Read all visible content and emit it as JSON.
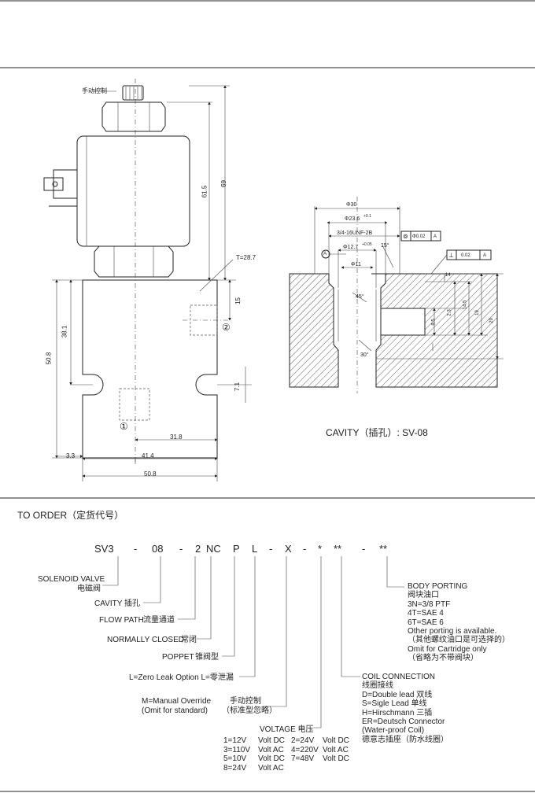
{
  "drawing": {
    "manual_override_label": "手动控制",
    "dim_61_5": "61.5",
    "dim_69": "69",
    "dim_t": "T=28.7",
    "dim_15": "15",
    "dim_38_1": "38.1",
    "dim_50_8_v": "50.8",
    "dim_7_1": "7.1",
    "dim_31_8": "31.8",
    "dim_3_3": "3.3",
    "dim_41_4": "41.4",
    "dim_50_8_h": "50.8",
    "port1": "①",
    "port2": "②"
  },
  "cavity": {
    "dia_30": "Φ30",
    "dia_23_6": "Φ23.6",
    "tol_23_6": "+0.1",
    "thread": "3/4-16UNF-2B",
    "dia_12_7": "Φ12.7",
    "tol_12_7": "+0.05",
    "dia_11": "Φ11",
    "angle_15": "15°",
    "angle_45": "45°",
    "angle_30": "30°",
    "gdt1_value": "Φ0.02",
    "gdt1_ref": "A",
    "gdt2_value": "0.02",
    "gdt2_ref": "A",
    "datum": "A",
    "d_14": "14",
    "d_8_5": "8.5",
    "d_2_3": "2.3",
    "d_14_5": "14.5",
    "d_19": "19",
    "d_29": "29",
    "caption": "CAVITY（插孔）: SV-08"
  },
  "order": {
    "title": "TO ORDER（定货代号）",
    "code": [
      "SV3",
      "-",
      "08",
      "-",
      "2",
      "NC",
      "P",
      "L",
      "-",
      "X",
      "-",
      "*",
      "**",
      "-",
      "**"
    ],
    "solenoid_en": "SOLENOID VALVE",
    "solenoid_cn": "电磁阀",
    "cavity_en": "CAVITY",
    "cavity_cn": "插孔",
    "flow_en": "FLOW PATH",
    "flow_cn": "流量通道",
    "nc_en": "NORMALLY CLOSED",
    "nc_cn": "常闭",
    "poppet_en": "POPPET",
    "poppet_cn": "锥阀型",
    "leak": "L=Zero Leak Option  L=零泄漏",
    "manual_en1": "M=Manual Override",
    "manual_en2": "(Omit for standard)",
    "manual_cn1": "手动控制",
    "manual_cn2": "（标准型忽略）",
    "voltage_title": "VOLTAGE 电压",
    "voltage_rows": [
      [
        "1=12V",
        "Volt DC",
        "2=24V",
        "Volt DC"
      ],
      [
        "3=110V",
        "Volt AC",
        "4=220V",
        "Volt AC"
      ],
      [
        "5=10V",
        "Volt DC",
        "7=48V",
        "Volt DC"
      ],
      [
        "8=24V",
        "Volt AC",
        "",
        ""
      ]
    ],
    "coil_title": "COIL CONNECTION",
    "coil_lines": [
      "线圈接线",
      "D=Double lead 双线",
      "S=Sigle Lead  单线",
      "H=Hirschmann  三插",
      "ER=Deutsch Connector",
      "(Water-proof Coil)",
      "德意志插座（防水线圈）"
    ],
    "body_title": "BODY PORTING",
    "body_lines": [
      "阀块油口",
      "3N=3/8 PTF",
      "4T=SAE 4",
      "6T=SAE 6",
      "Other porting is available.",
      "（其他螺纹油口是可选择的）",
      "Omit for Cartridge only",
      "（省略为不带阀块）"
    ]
  }
}
